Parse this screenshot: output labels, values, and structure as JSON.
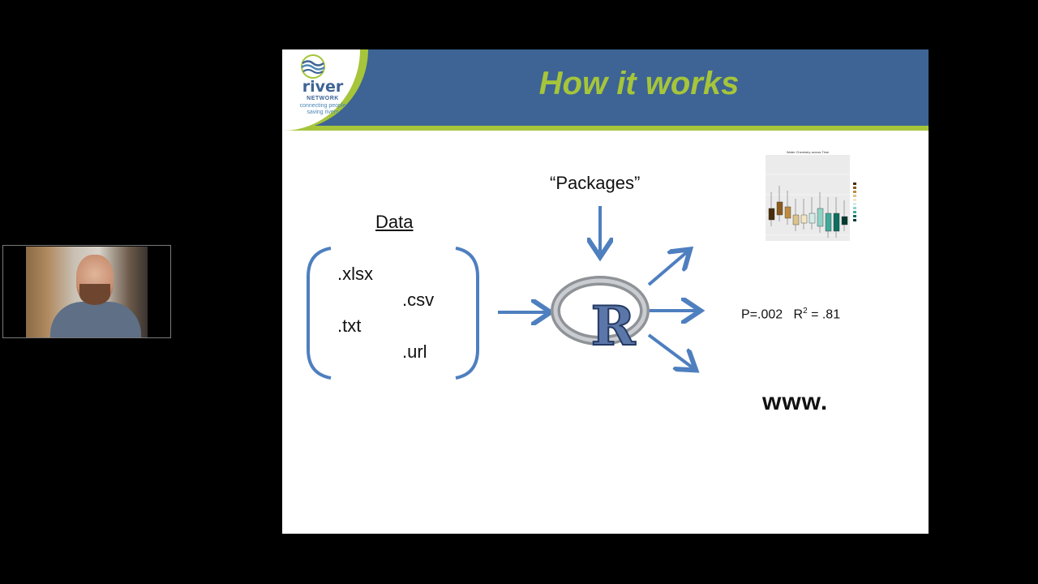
{
  "slide": {
    "title": "How it works",
    "logo": {
      "name": "river",
      "sub": "NETWORK",
      "tagline_1": "connecting people",
      "tagline_2": "saving rivers"
    },
    "data_label": "Data",
    "file_types": [
      ".xlsx",
      ".csv",
      ".txt",
      ".url"
    ],
    "packages_label": "“Packages”",
    "r_logo_letter": "R",
    "stats_p": "P=.002",
    "stats_r": "R",
    "stats_r_exp": "2",
    "stats_r_value": " = .81",
    "www_label": "www.",
    "mini_chart_title": "Water Chemistry across Time"
  },
  "colors": {
    "header_blue": "#3d6494",
    "accent_green": "#a6c53a",
    "arrow_blue": "#4e7fbf"
  },
  "icons": {
    "arrows": "arrow-icon",
    "r": "r-logo-icon",
    "webcam": "webcam-video"
  }
}
